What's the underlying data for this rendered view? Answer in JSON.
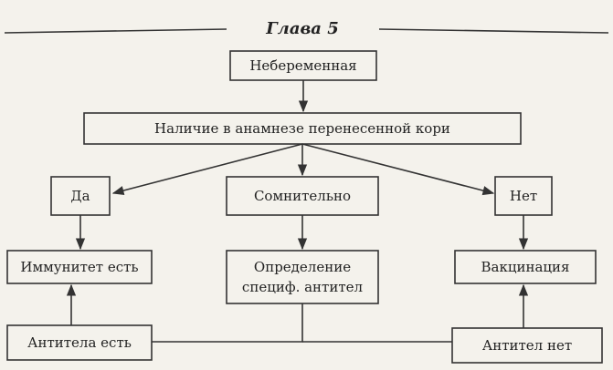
{
  "header": {
    "title": "Глава 5"
  },
  "nodes": {
    "not_pregnant": "Небеременная",
    "measles_history": "Наличие в анамнезе перенесенной кори",
    "yes": "Да",
    "doubtful": "Сомнительно",
    "no": "Нет",
    "immunity_present": "Иммунитет есть",
    "antibody_test_line1": "Определение",
    "antibody_test_line2": "специф. антител",
    "vaccination": "Вакцинация",
    "antibodies_present": "Антитела есть",
    "antibodies_absent": "Антител нет"
  }
}
